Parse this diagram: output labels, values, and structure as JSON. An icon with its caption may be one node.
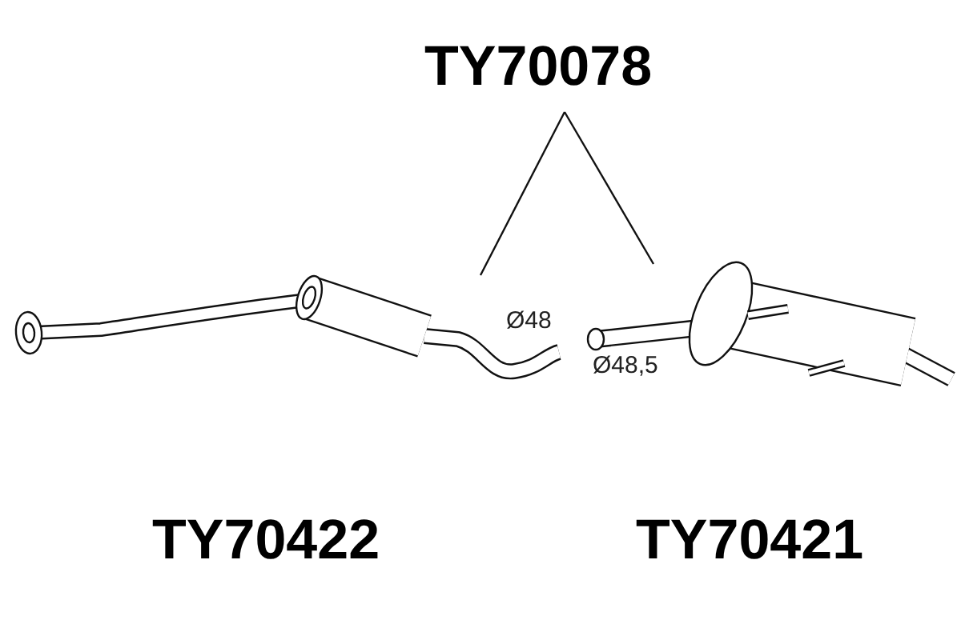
{
  "diagram": {
    "nodes": [
      {
        "text": [
          "TY70078"
        ]
      },
      {
        "text": [],
        "shape": "picture"
      },
      {
        "text": [],
        "shape": "picture"
      }
    ],
    "edges": [
      {
        "from": 0,
        "to": 1,
        "arrow": "none"
      },
      {
        "from": 0,
        "to": 2,
        "arrow": "none"
      }
    ],
    "labels": [
      "Ø48",
      "Ø48,5",
      "TY70422",
      "TY70421"
    ]
  }
}
